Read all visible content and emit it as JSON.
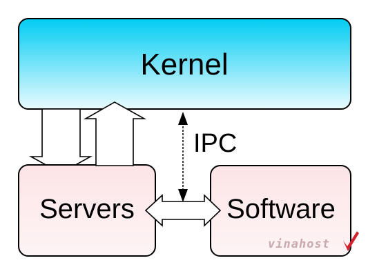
{
  "diagram": {
    "nodes": {
      "kernel": {
        "label": "Kernel",
        "fill_top": "#00ccf2",
        "fill_bottom": "#eafbff"
      },
      "servers": {
        "label": "Servers",
        "fill_top": "#fde4e6",
        "fill_bottom": "#fdf4f5"
      },
      "software": {
        "label": "Software",
        "fill_top": "#fde4e6",
        "fill_bottom": "#fdf4f5"
      }
    },
    "edges": {
      "ipc": {
        "label": "IPC",
        "from": "kernel",
        "to": "software/servers",
        "style": "dashed double-headed"
      },
      "kernel_to_servers": {
        "from": "kernel",
        "to": "servers",
        "style": "hollow arrow down"
      },
      "servers_to_kernel": {
        "from": "servers",
        "to": "kernel",
        "style": "hollow arrow up"
      },
      "servers_software": {
        "from": "servers",
        "to": "software",
        "style": "hollow double-headed"
      }
    },
    "stroke_color": "#000000"
  },
  "watermark": {
    "text": "vinahost",
    "color": "#c7a9ae",
    "check_color": "#d2222d"
  }
}
